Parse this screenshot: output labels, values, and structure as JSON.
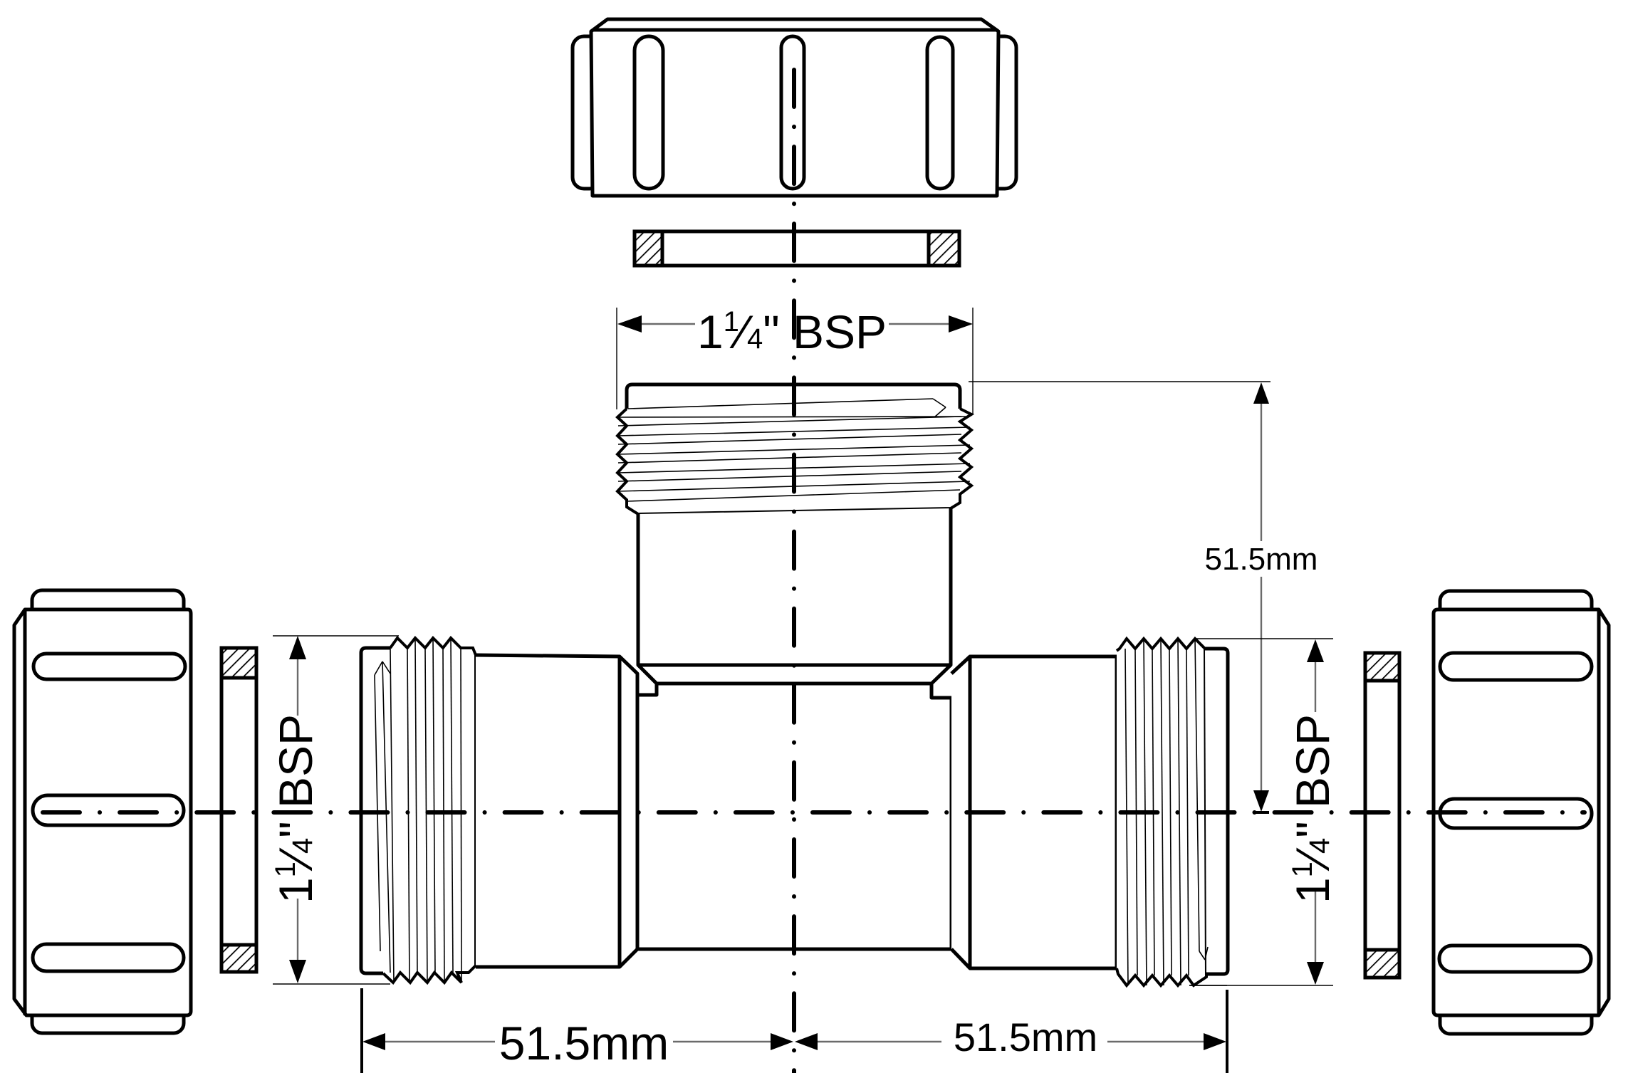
{
  "drawing": {
    "title": "Compression tee with union nuts and washers",
    "colors": {
      "line": "#000000",
      "dimension": "#6b6b6b",
      "background": "#ffffff"
    }
  },
  "dimensions": {
    "top_thread": {
      "value": "1¼\" BSP",
      "whole": "1",
      "fraction_num": "1",
      "fraction_den": "4",
      "suffix": "\" BSP"
    },
    "left_thread": {
      "value": "1¼\" BSP",
      "whole": "1",
      "fraction_num": "1",
      "fraction_den": "4",
      "suffix": "\" BSP"
    },
    "right_thread": {
      "value": "1¼\" BSP",
      "whole": "1",
      "fraction_num": "1",
      "fraction_den": "4",
      "suffix": "\" BSP"
    },
    "vertical_height": {
      "value": "51.5mm"
    },
    "bottom_left_length": {
      "value": "51.5mm"
    },
    "bottom_right_length": {
      "value": "51.5mm"
    }
  },
  "parts": [
    {
      "id": "top-nut",
      "type": "union nut"
    },
    {
      "id": "top-washer",
      "type": "washer"
    },
    {
      "id": "left-nut",
      "type": "union nut"
    },
    {
      "id": "left-washer",
      "type": "washer"
    },
    {
      "id": "right-nut",
      "type": "union nut"
    },
    {
      "id": "right-washer",
      "type": "washer"
    },
    {
      "id": "tee-body",
      "type": "tee fitting"
    }
  ]
}
